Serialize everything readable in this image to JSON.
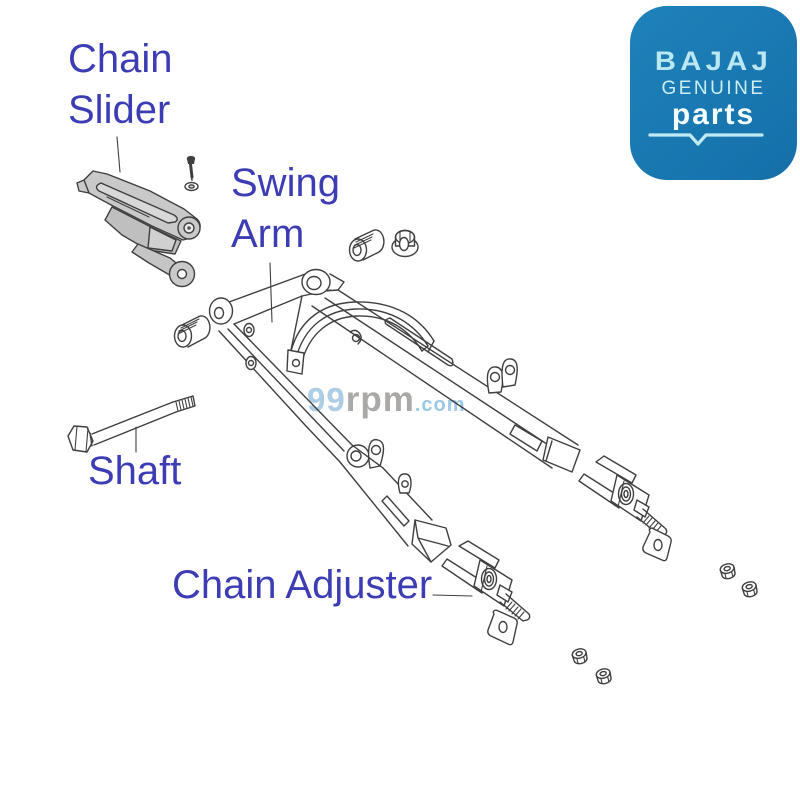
{
  "labels": {
    "chain_slider_line1": "Chain",
    "chain_slider_line2": "Slider",
    "swing_arm_line1": "Swing",
    "swing_arm_line2": "Arm",
    "shaft": "Shaft",
    "chain_adjuster": "Chain Adjuster"
  },
  "watermark": {
    "num": "99",
    "mid": "rpm",
    "tld": ".com"
  },
  "logo": {
    "brand": "BAJAJ",
    "genuine": "GENUINE",
    "parts": "parts"
  },
  "colors": {
    "label_blue": "#3c3cb4",
    "line_art": "#3f3f3f",
    "slider_gray": "#c9c9c9",
    "logo_blue": "#1a7ab3",
    "logo_text": "#b9e7f2",
    "watermark_blue": "#a5c8e2",
    "watermark_gray": "#a3a09e"
  }
}
